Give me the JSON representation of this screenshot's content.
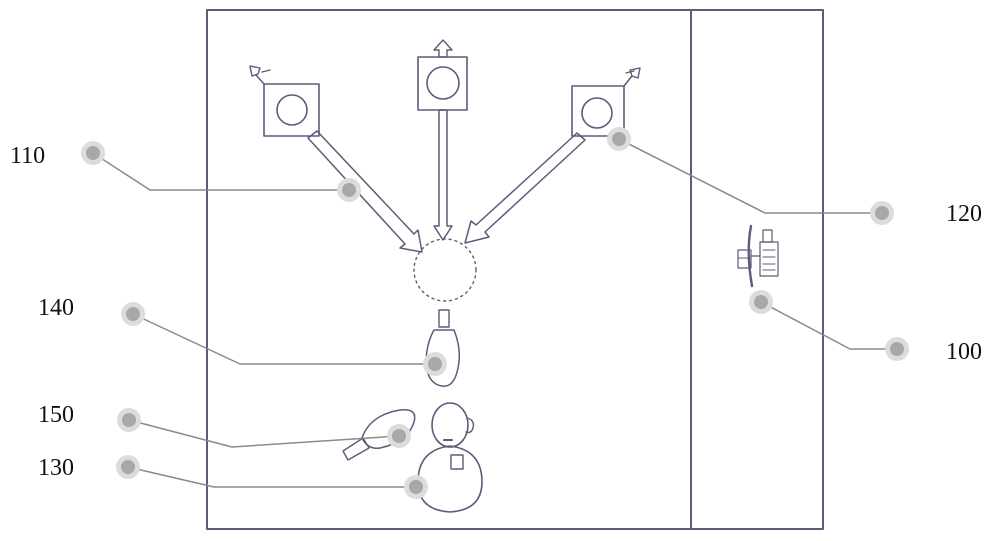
{
  "colors": {
    "outline": "#5c5c7a",
    "leader": "#8a8a8a",
    "dot_outer": "#dcdcdc",
    "dot_inner": "#a8a8a8",
    "text": "#111111"
  },
  "labels": {
    "ref_110": "110",
    "ref_120": "120",
    "ref_100": "100",
    "ref_140": "140",
    "ref_150": "150",
    "ref_130": "130"
  }
}
